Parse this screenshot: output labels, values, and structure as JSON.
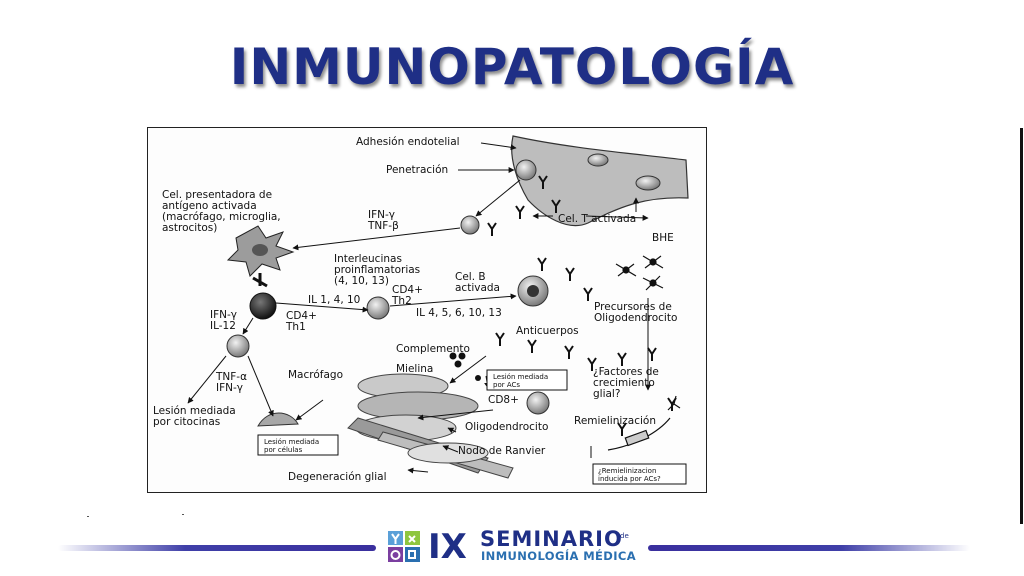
{
  "slide": {
    "title": "INMUNOPATOLOGÍA"
  },
  "diagram": {
    "labels": {
      "adhesion": "Adhesión endotelial",
      "penetracion": "Penetración",
      "cel_presentadora_1": "Cel. presentadora de",
      "cel_presentadora_2": "antígeno activada",
      "cel_presentadora_3": "(macrófago, microglia,",
      "cel_presentadora_4": "astrocitos)",
      "ifn_tnf_1": "IFN-γ",
      "ifn_tnf_2": "TNF-β",
      "cel_t": "Cel. T activada",
      "bhe": "BHE",
      "interleucinas_1": "Interleucinas",
      "interleucinas_2": "proinflamatorias",
      "interleucinas_3": "(4, 10, 13)",
      "cel_b_1": "Cel. B",
      "cel_b_2": "activada",
      "il_1_4_10": "IL 1, 4, 10",
      "cd4_th2_1": "CD4+",
      "cd4_th2_2": "Th2",
      "il_list": "IL 4, 5, 6, 10, 13",
      "precursores_1": "Precursores de",
      "precursores_2": "Oligodendrocito",
      "ifn_il12_1": "IFN-γ",
      "ifn_il12_2": "IL-12",
      "cd4_th1_1": "CD4+",
      "cd4_th1_2": "Th1",
      "anticuerpos": "Anticuerpos",
      "complemento": "Complemento",
      "mielina": "Mielina",
      "macrofago": "Macrófago",
      "tnf_ifn_1": "TNF-α",
      "tnf_ifn_2": "IFN-γ",
      "lesion_acs_1": "Lesión mediada",
      "lesion_acs_2": "por ACs",
      "factores_1": "¿Factores de",
      "factores_2": "crecimiento",
      "factores_3": "glial?",
      "lesion_citocinas_1": "Lesión mediada",
      "lesion_citocinas_2": "por citocinas",
      "cd8": "CD8+",
      "remielinizacion": "Remielinización",
      "oligodendrocito": "Oligodendrocito",
      "lesion_celulas_1": "Lesión mediada",
      "lesion_celulas_2": "por células",
      "nodo_ranvier": "Nodo de Ranvier",
      "remiel_acs_1": "¿Remielinizacion",
      "remiel_acs_2": "inducida por ACs?",
      "degeneracion": "Degeneración glial"
    }
  },
  "footer": {
    "logo_numeral": "IX",
    "logo_de": "de",
    "logo_line1": "SEMINARIO",
    "logo_line2": "INMUNOLOGÍA MÉDICA"
  },
  "colors": {
    "title": "#1f2f86",
    "footer_bar": "#3f3fa8",
    "logo_blue": "#1f2f86",
    "logo_light": "#2a6fb0"
  }
}
